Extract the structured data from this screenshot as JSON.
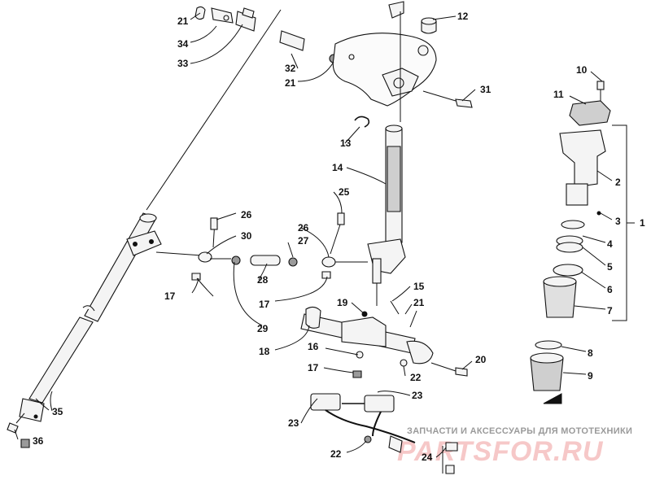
{
  "labels": {
    "p1": "1",
    "p2": "2",
    "p3": "3",
    "p4": "4",
    "p5": "5",
    "p6": "6",
    "p7": "7",
    "p8": "8",
    "p9": "9",
    "p10": "10",
    "p11": "11",
    "p12": "12",
    "p13": "13",
    "p14": "14",
    "p15": "15",
    "p16": "16",
    "p17a": "17",
    "p17b": "17",
    "p17c": "17",
    "p18": "18",
    "p19": "19",
    "p20": "20",
    "p21a": "21",
    "p21b": "21",
    "p21c": "21",
    "p22a": "22",
    "p22b": "22",
    "p23a": "23",
    "p23b": "23",
    "p24": "24",
    "p25": "25",
    "p26a": "26",
    "p26b": "26",
    "p27": "27",
    "p28": "28",
    "p29": "29",
    "p30": "30",
    "p31": "31",
    "p32": "32",
    "p33": "33",
    "p34": "34",
    "p35": "35",
    "p36": "36"
  },
  "watermark": {
    "caption": "ЗАПЧАСТИ И АКСЕССУАРЫ ДЛЯ МОТОТЕХНИКИ",
    "brand": "PARTSFOR.RU"
  },
  "colors": {
    "ink": "#111111",
    "watermark_red": "#f6c8c8",
    "watermark_grey": "#9a9a9a"
  }
}
